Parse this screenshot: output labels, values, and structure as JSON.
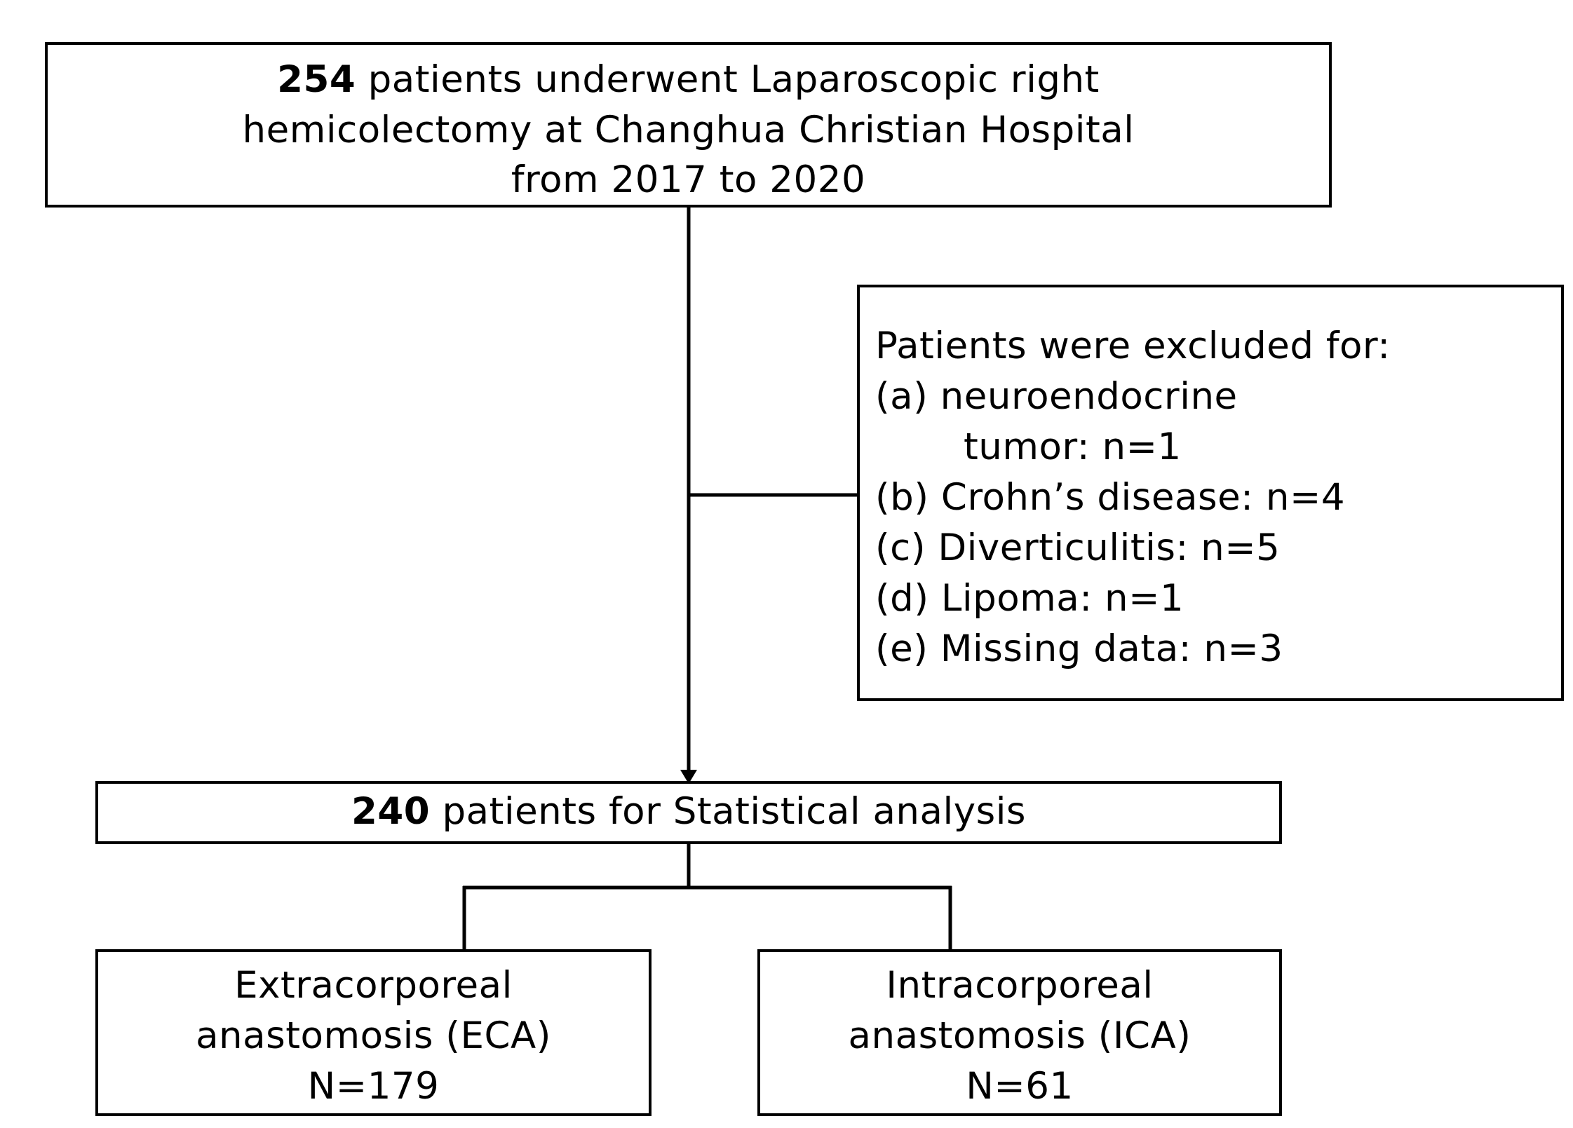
{
  "top_box": {
    "line1_count": "254",
    "line1_rest": " patients underwent Laparoscopic right",
    "line2": "hemicolectomy at Changhua Christian Hospital",
    "line3": "from 2017 to 2020"
  },
  "exclusion_box": {
    "heading": "Patients were excluded for:",
    "items": [
      "(a)  neuroendocrine",
      "tumor: n=1",
      "(b) Crohn’s disease: n=4",
      "(c) Diverticulitis: n=5",
      "(d) Lipoma: n=1",
      "(e) Missing data: n=3"
    ]
  },
  "analysis_box": {
    "count": "240",
    "rest": " patients  for Statistical analysis"
  },
  "eca_box": {
    "line1": "Extracorporeal",
    "line2": "anastomosis (ECA)",
    "line3": "N=179"
  },
  "ica_box": {
    "line1": "Intracorporeal",
    "line2": "anastomosis (ICA)",
    "line3": "N=61"
  }
}
